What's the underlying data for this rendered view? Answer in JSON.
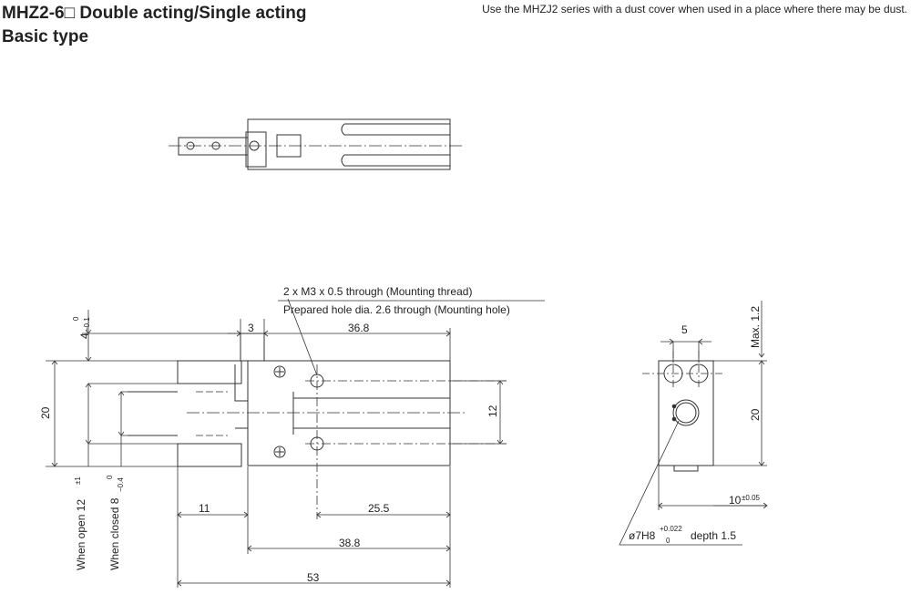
{
  "header": {
    "title_line1": "MHZ2-6□ Double acting/Single acting",
    "title_line2": "Basic type",
    "note": "Use the MHZJ2 series with a dust cover when used in a place where there may be dust."
  },
  "callouts": {
    "thread": "2 x M3 x 0.5 through (Mounting thread)",
    "hole": "Prepared hole dia. 2.6 through (Mounting hole)",
    "bore_prefix": "ø7H8",
    "bore_tol_upper": "+0.022",
    "bore_tol_lower": "0",
    "bore_suffix": "depth 1.5"
  },
  "dimensions": {
    "d3": "3",
    "d36_8": "36.8",
    "d4": "4",
    "d4_tol_upper": "0",
    "d4_tol_lower": "−0.1",
    "d20_left": "20",
    "d12": "12",
    "open_label": "When open 12",
    "open_tol": "±1",
    "closed_label": "When closed 8",
    "closed_tol_upper": "0",
    "closed_tol_lower": "−0.4",
    "d11": "11",
    "d25_5": "25.5",
    "d38_8": "38.8",
    "d53": "53",
    "d5": "5",
    "max_1_2": "Max. 1.2",
    "d20_right": "20",
    "d10": "10",
    "d10_tol": "±0.05"
  }
}
